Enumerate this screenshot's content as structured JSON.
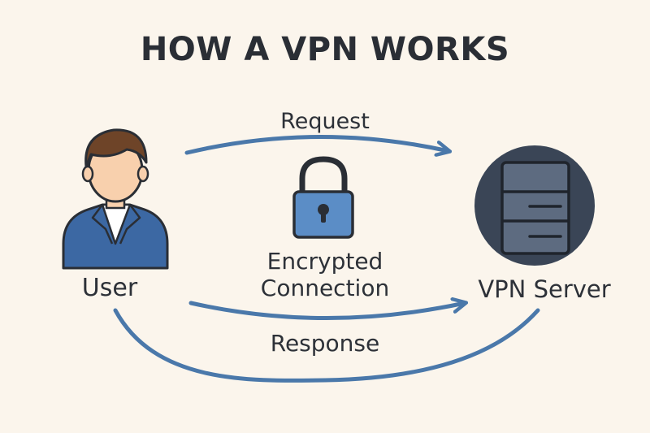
{
  "title": "HOW A VPN WORKS",
  "nodes": {
    "user": {
      "label": "User",
      "icon": "person-icon"
    },
    "server": {
      "label": "VPN Server",
      "icon": "server-icon"
    },
    "lock": {
      "line1": "Encrypted",
      "line2": "Connection",
      "icon": "padlock-icon"
    }
  },
  "edges": {
    "request": "Request",
    "response": "Response"
  },
  "colors": {
    "background": "#fbf5ec",
    "arrow": "#4a78aa",
    "lock_body": "#5b8dc6",
    "server_circle": "#3a4556",
    "server_body": "#5d6b80",
    "suit": "#3c68a3",
    "skin": "#f8d0ad",
    "hair": "#6e4428",
    "outline": "#2a2e35"
  }
}
